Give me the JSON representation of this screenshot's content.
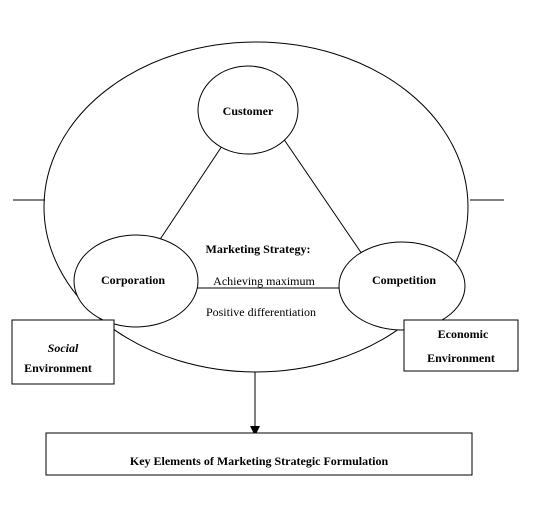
{
  "nodes": {
    "customer": "Customer",
    "corporation": "Corporation",
    "competition": "Competition"
  },
  "strategy": {
    "title": "Marketing Strategy:",
    "line1": "Achieving maximum",
    "line2": "Positive differentiation"
  },
  "social": {
    "line1": "Social",
    "line2": "Environment"
  },
  "economic": {
    "line1": "Economic",
    "line2": "Environment"
  },
  "key_elements": "Key Elements of Marketing Strategic Formulation",
  "colors": {
    "stroke": "#000000",
    "fill": "#ffffff"
  }
}
